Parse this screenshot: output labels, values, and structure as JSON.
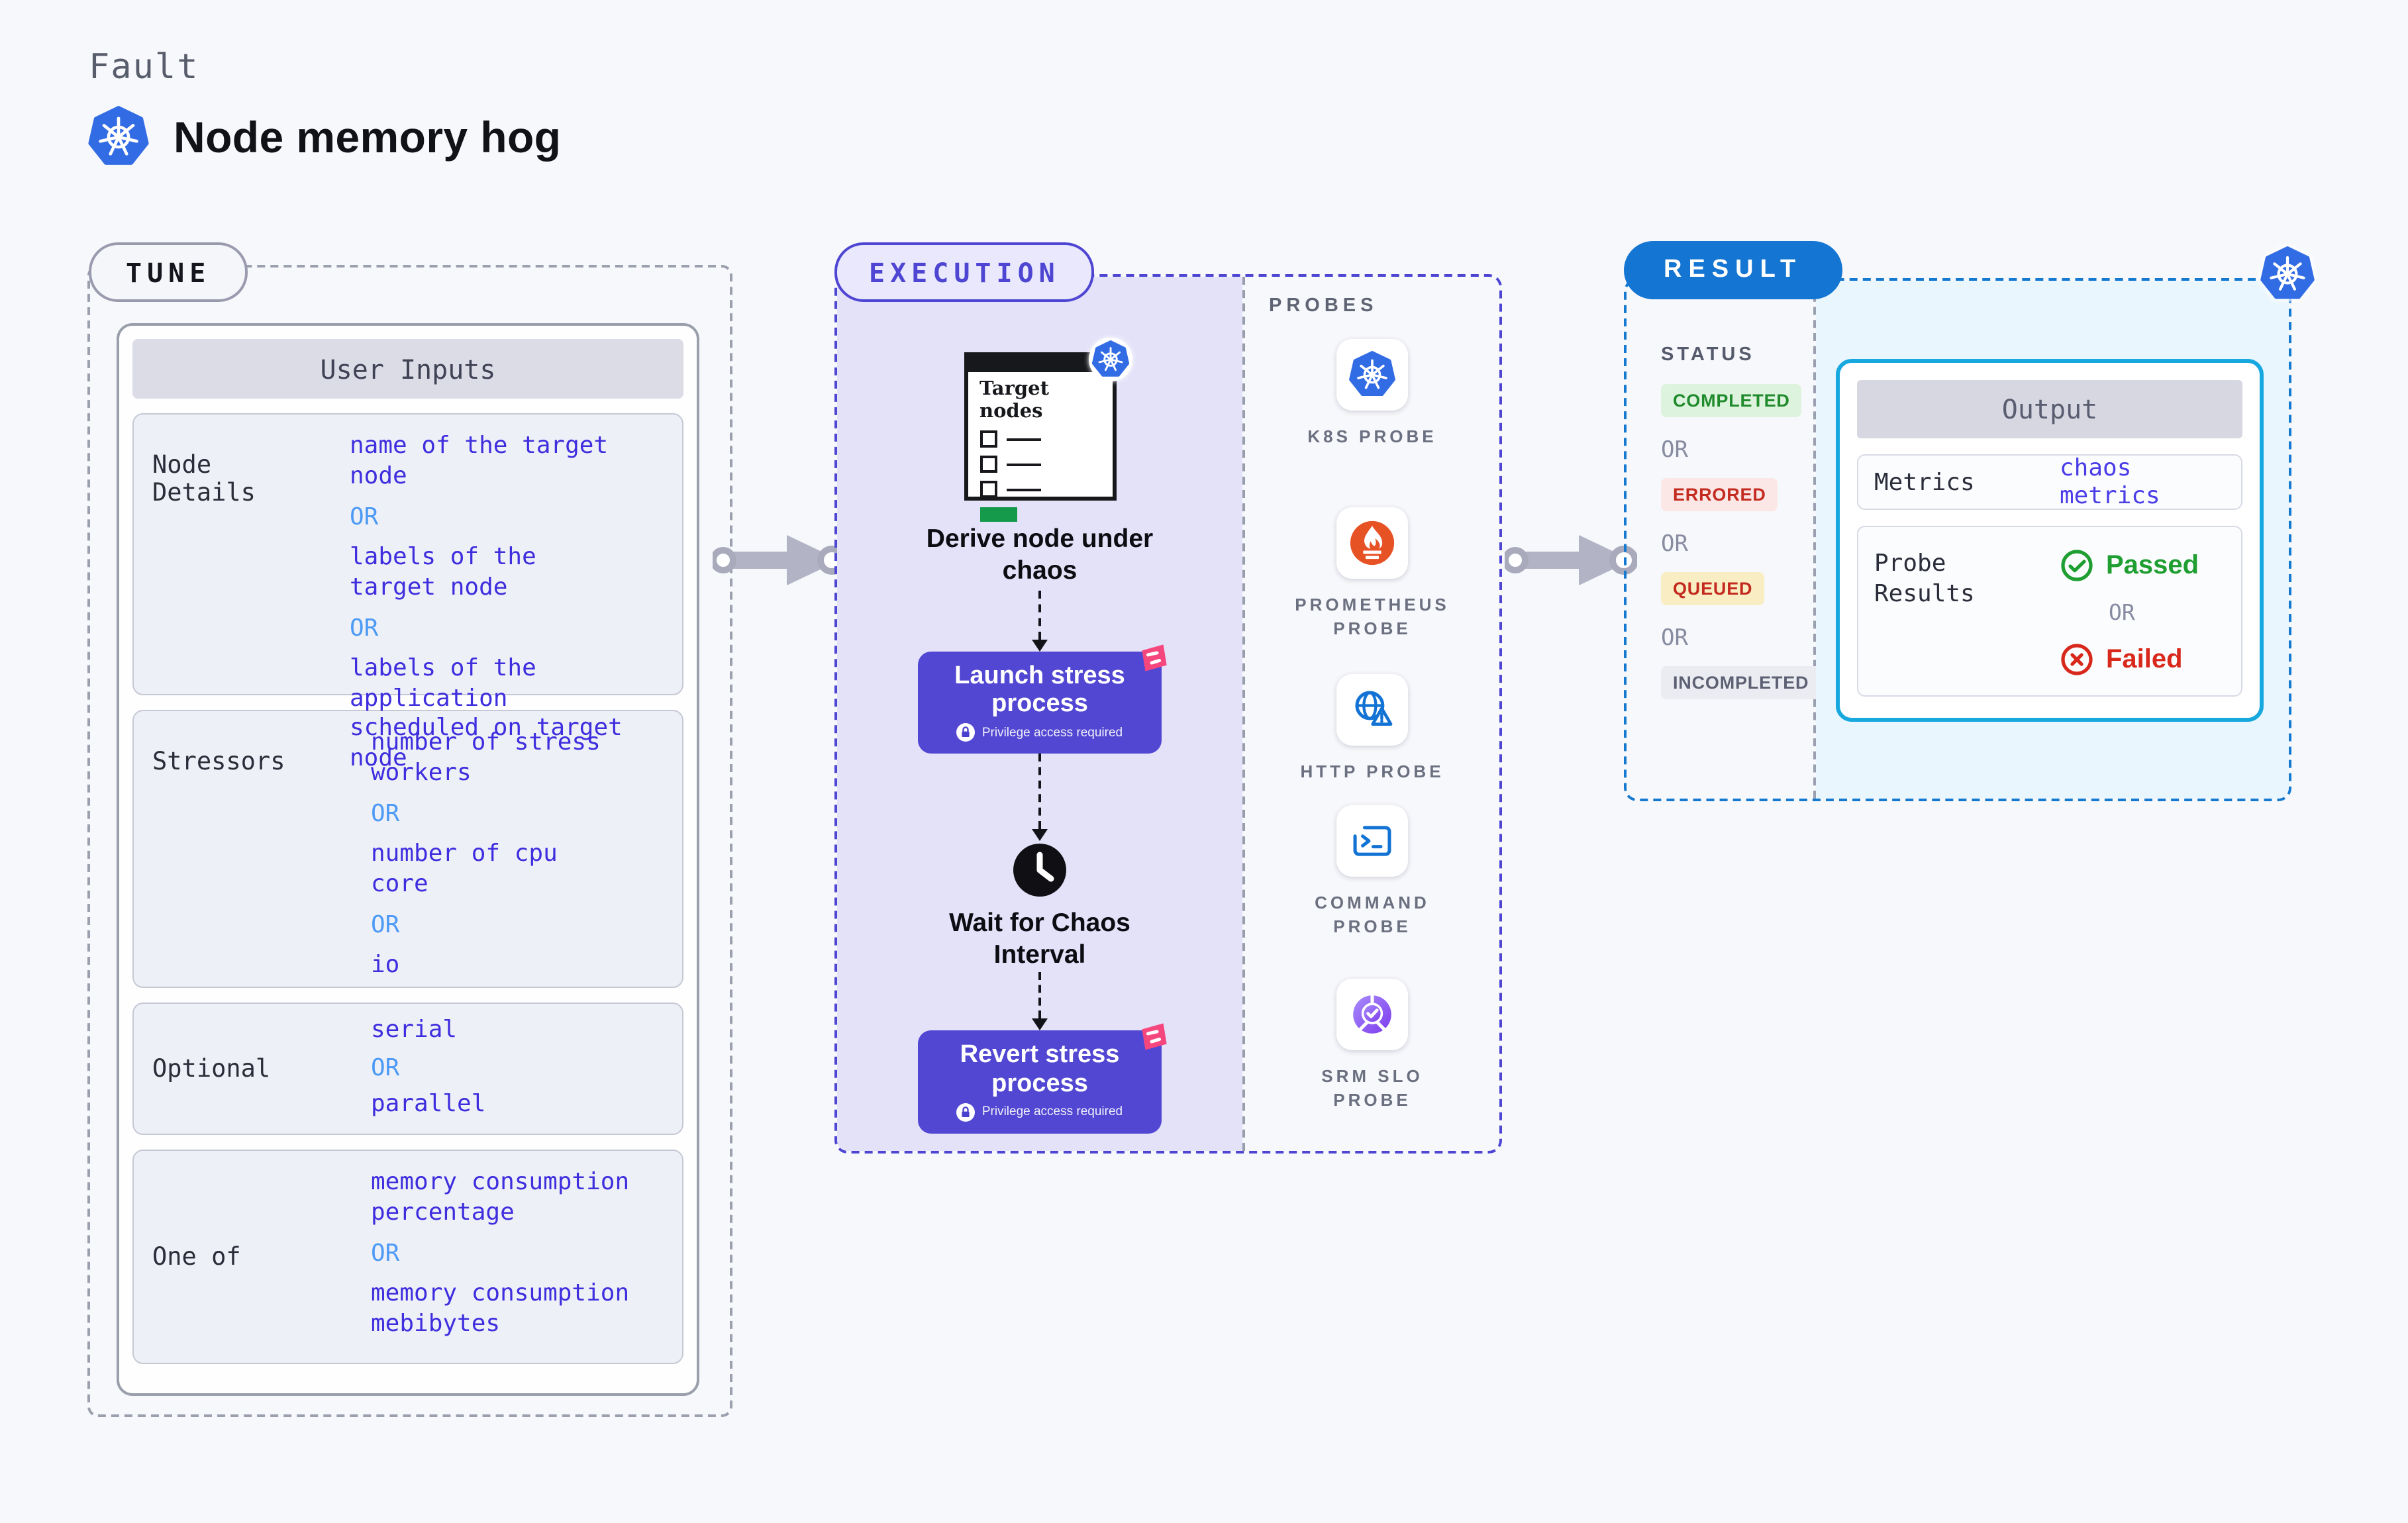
{
  "page": {
    "kicker": "Fault",
    "title": "Node memory hog"
  },
  "tune": {
    "badge": "TUNE",
    "user_inputs_title": "User Inputs",
    "rows": [
      {
        "label": "Node Details",
        "values": [
          "name of the target\nnode",
          "OR",
          "labels of the\ntarget node",
          "OR",
          "labels of the application\n scheduled on target node"
        ]
      },
      {
        "label": "Stressors",
        "values": [
          "number of stress\nworkers",
          "OR",
          "number of cpu\ncore",
          "OR",
          "io"
        ]
      },
      {
        "label": "Optional",
        "values": [
          "serial",
          "OR",
          "parallel"
        ]
      },
      {
        "label": "One of",
        "values": [
          "memory consumption\npercentage",
          "OR",
          "memory consumption\nmebibytes"
        ]
      }
    ]
  },
  "execution": {
    "badge": "EXECUTION",
    "target_nodes_title": "Target nodes",
    "derive_label": "Derive node under chaos",
    "launch": {
      "title": "Launch stress process",
      "note": "Privilege access required"
    },
    "wait_label": "Wait for Chaos Interval",
    "revert": {
      "title": "Revert stress process",
      "note": "Privilege access required"
    }
  },
  "probes": {
    "title": "PROBES",
    "items": [
      {
        "icon": "kubernetes-icon",
        "label": "K8S PROBE"
      },
      {
        "icon": "prometheus-icon",
        "label": "PROMETHEUS PROBE"
      },
      {
        "icon": "globe-alert-icon",
        "label": "HTTP PROBE"
      },
      {
        "icon": "terminal-icon",
        "label": "COMMAND PROBE"
      },
      {
        "icon": "slo-donut-check-icon",
        "label": "SRM SLO PROBE"
      }
    ]
  },
  "result": {
    "badge": "RESULT",
    "status_title": "STATUS",
    "statuses": [
      {
        "label": "COMPLETED",
        "kind": "success"
      },
      {
        "label": "OR",
        "kind": "or"
      },
      {
        "label": "ERRORED",
        "kind": "error"
      },
      {
        "label": "OR",
        "kind": "or"
      },
      {
        "label": "QUEUED",
        "kind": "warning"
      },
      {
        "label": "OR",
        "kind": "or"
      },
      {
        "label": "INCOMPLETED",
        "kind": "neutral"
      }
    ],
    "output": {
      "title": "Output",
      "metrics_label": "Metrics",
      "metrics_value": "chaos metrics",
      "probe_results_label": "Probe Results",
      "passed_label": "Passed",
      "or_label": "OR",
      "failed_label": "Failed"
    }
  },
  "colors": {
    "background": "#f7f8fb",
    "kubernetes_blue": "#326ce5",
    "execution_accent": "#4e46d2",
    "execution_fill": "#e4e2f9",
    "process_button": "#5247d2",
    "value_indigo": "#3e2ede",
    "or_blue": "#4d9af5",
    "result_blue": "#1476d2",
    "output_border": "#18a8e0",
    "output_fill": "#e9f6fd",
    "success_green": "#1f8b2c",
    "error_red": "#c42b20",
    "queued_yellow_bg": "#f9eec3",
    "prometheus_orange": "#e75225",
    "probe_blue": "#1273d4",
    "srm_purple": "#7c3aed",
    "ribbon_pink": "#f5477e",
    "arrow_gray": "#b2b3c4"
  }
}
